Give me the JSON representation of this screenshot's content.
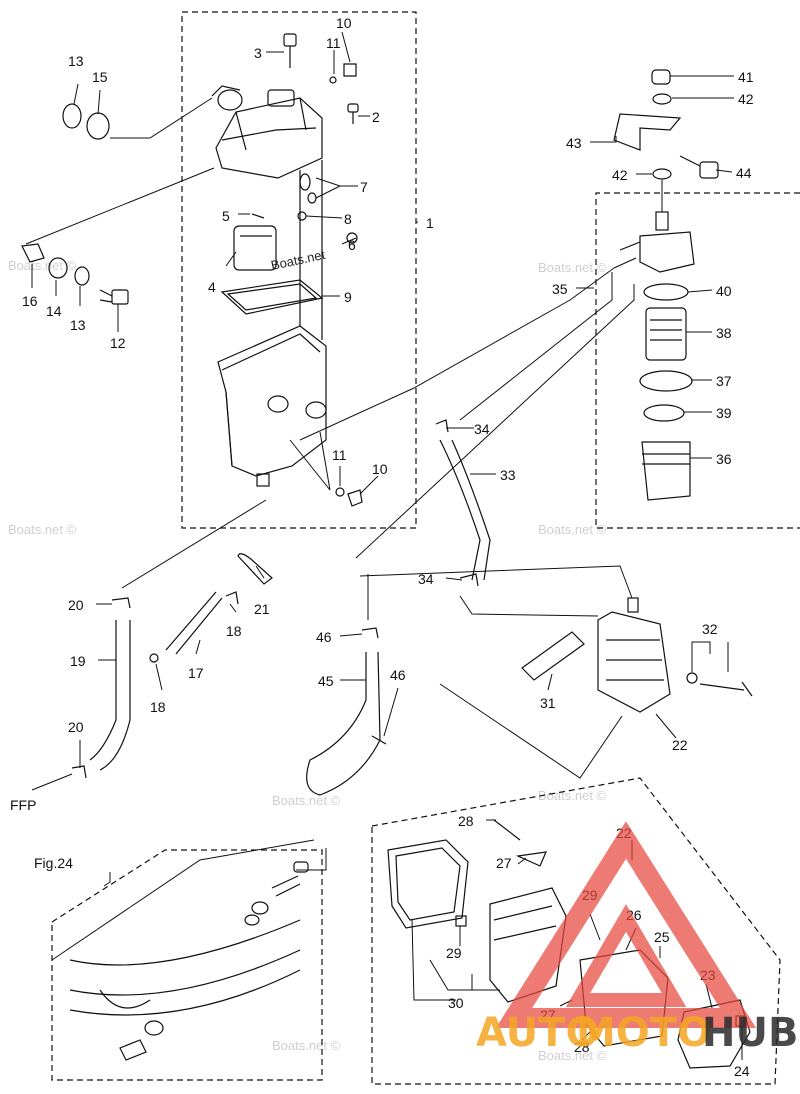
{
  "diagram": {
    "callouts": [
      {
        "id": "c1",
        "text": "1"
      },
      {
        "id": "c2",
        "text": "2"
      },
      {
        "id": "c3",
        "text": "3"
      },
      {
        "id": "c4",
        "text": "4"
      },
      {
        "id": "c5",
        "text": "5"
      },
      {
        "id": "c6",
        "text": "6"
      },
      {
        "id": "c7",
        "text": "7"
      },
      {
        "id": "c8",
        "text": "8"
      },
      {
        "id": "c9",
        "text": "9"
      },
      {
        "id": "c10a",
        "text": "10"
      },
      {
        "id": "c10b",
        "text": "10"
      },
      {
        "id": "c11a",
        "text": "11"
      },
      {
        "id": "c11b",
        "text": "11"
      },
      {
        "id": "c12",
        "text": "12"
      },
      {
        "id": "c13a",
        "text": "13"
      },
      {
        "id": "c13b",
        "text": "13"
      },
      {
        "id": "c14",
        "text": "14"
      },
      {
        "id": "c15",
        "text": "15"
      },
      {
        "id": "c16",
        "text": "16"
      },
      {
        "id": "c17",
        "text": "17"
      },
      {
        "id": "c18a",
        "text": "18"
      },
      {
        "id": "c18b",
        "text": "18"
      },
      {
        "id": "c19",
        "text": "19"
      },
      {
        "id": "c20a",
        "text": "20"
      },
      {
        "id": "c20b",
        "text": "20"
      },
      {
        "id": "c21",
        "text": "21"
      },
      {
        "id": "c22a",
        "text": "22"
      },
      {
        "id": "c22b",
        "text": "22"
      },
      {
        "id": "c23",
        "text": "23"
      },
      {
        "id": "c24",
        "text": "24"
      },
      {
        "id": "c25",
        "text": "25"
      },
      {
        "id": "c26",
        "text": "26"
      },
      {
        "id": "c27a",
        "text": "27"
      },
      {
        "id": "c27b",
        "text": "27"
      },
      {
        "id": "c28a",
        "text": "28"
      },
      {
        "id": "c28b",
        "text": "28"
      },
      {
        "id": "c29a",
        "text": "29"
      },
      {
        "id": "c29b",
        "text": "29"
      },
      {
        "id": "c30",
        "text": "30"
      },
      {
        "id": "c31",
        "text": "31"
      },
      {
        "id": "c32",
        "text": "32"
      },
      {
        "id": "c33",
        "text": "33"
      },
      {
        "id": "c34a",
        "text": "34"
      },
      {
        "id": "c34b",
        "text": "34"
      },
      {
        "id": "c35",
        "text": "35"
      },
      {
        "id": "c36",
        "text": "36"
      },
      {
        "id": "c37",
        "text": "37"
      },
      {
        "id": "c38",
        "text": "38"
      },
      {
        "id": "c39",
        "text": "39"
      },
      {
        "id": "c40",
        "text": "40"
      },
      {
        "id": "c41",
        "text": "41"
      },
      {
        "id": "c42a",
        "text": "42"
      },
      {
        "id": "c42b",
        "text": "42"
      },
      {
        "id": "c43",
        "text": "43"
      },
      {
        "id": "c44",
        "text": "44"
      },
      {
        "id": "c45",
        "text": "45"
      },
      {
        "id": "c46a",
        "text": "46"
      },
      {
        "id": "c46b",
        "text": "46"
      }
    ],
    "ffp_label": "FFP",
    "fig_label": "Fig.24",
    "inline_watermark": "Boats.net",
    "watermark": "Boats.net ©",
    "brand": {
      "word_left": "AUTO",
      "word_mid": "MOTO",
      "word_right": "HUB",
      "color_orange": "#F5A623",
      "color_red": "#E8473F",
      "color_dark": "#2b2b2b"
    },
    "colors": {
      "line": "#111111",
      "background": "#ffffff"
    }
  }
}
